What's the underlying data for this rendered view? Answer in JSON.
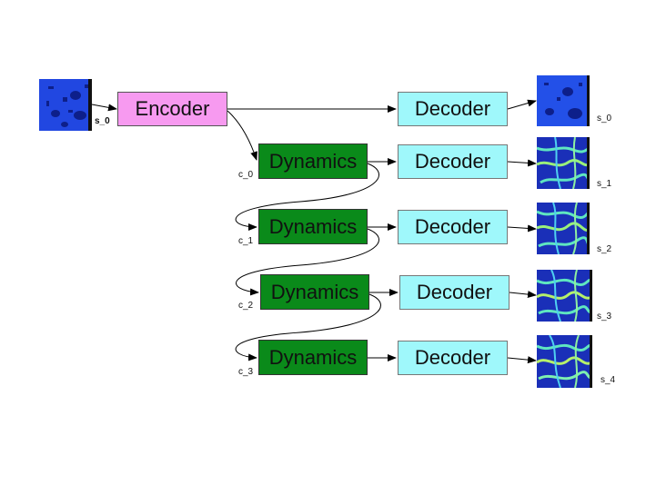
{
  "nodes": {
    "encoder": "Encoder",
    "dynamics": [
      "Dynamics",
      "Dynamics",
      "Dynamics",
      "Dynamics"
    ],
    "decoders": [
      "Decoder",
      "Decoder",
      "Decoder",
      "Decoder",
      "Decoder"
    ]
  },
  "labels": {
    "input": "s_0",
    "outputs": [
      "s_0",
      "s_1",
      "s_2",
      "s_3",
      "s_4"
    ],
    "codes": [
      "c_0",
      "c_1",
      "c_2",
      "c_3"
    ]
  },
  "colors": {
    "encoder": "#f79af0",
    "dynamics": "#0a8a1a",
    "decoder": "#9ff8fb",
    "field_dark": "#1f3ad6",
    "field_mid": "#2a6cf0",
    "field_light": "#6ff0a8"
  },
  "icons": {
    "input_field": "initial-state-field-image",
    "output_fields": [
      "decoded-field-image",
      "fracture-field-image",
      "fracture-field-image",
      "fracture-field-image",
      "fracture-field-image"
    ]
  }
}
